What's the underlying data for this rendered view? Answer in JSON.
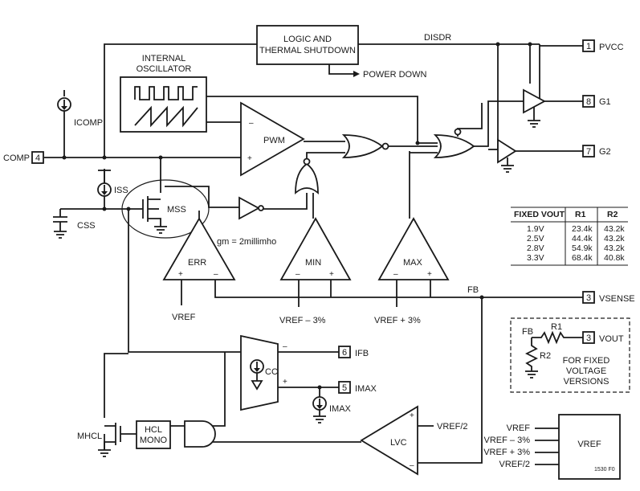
{
  "blocks": {
    "logic": [
      "LOGIC AND",
      "THERMAL SHUTDOWN"
    ],
    "oscillator": [
      "INTERNAL",
      "OSCILLATOR"
    ],
    "pwm": "PWM",
    "err": "ERR",
    "min": "MIN",
    "max": "MAX",
    "cc": "CC",
    "lvc": "LVC",
    "hcl": [
      "HCL",
      "MONO"
    ],
    "vref_block": "VREF"
  },
  "signals": {
    "disdr": "DISDR",
    "power_down": "POWER DOWN",
    "fb": "FB",
    "icomp": "ICOMP",
    "iss": "ISS",
    "css": "CSS",
    "mss": "MSS",
    "gm": "gm = 2millimho",
    "vref": "VREF",
    "vref_minus": "VREF – 3%",
    "vref_plus": "VREF + 3%",
    "vref_half": "VREF/2",
    "imax_src": "IMAX",
    "mhcl": "MHCL"
  },
  "pins": [
    {
      "num": "1",
      "label": "PVCC"
    },
    {
      "num": "8",
      "label": "G1"
    },
    {
      "num": "7",
      "label": "G2"
    },
    {
      "num": "3",
      "label": "VSENSE"
    },
    {
      "num": "6",
      "label": "IFB"
    },
    {
      "num": "5",
      "label": "IMAX"
    },
    {
      "num": "4",
      "label": "COMP"
    }
  ],
  "table": {
    "headers": [
      "FIXED VOUT",
      "R1",
      "R2"
    ],
    "rows": [
      [
        "1.9V",
        "23.4k",
        "43.2k"
      ],
      [
        "2.5V",
        "44.4k",
        "43.2k"
      ],
      [
        "2.8V",
        "54.9k",
        "43.2k"
      ],
      [
        "3.3V",
        "68.4k",
        "40.8k"
      ]
    ]
  },
  "inset": {
    "fb": "FB",
    "r1": "R1",
    "r2": "R2",
    "pin": "3",
    "vout": "VOUT",
    "caption": [
      "FOR FIXED",
      "VOLTAGE",
      "VERSIONS"
    ]
  },
  "vref_inputs": [
    "VREF",
    "VREF – 3%",
    "VREF + 3%",
    "VREF/2"
  ],
  "figure_id": "1530 F0"
}
